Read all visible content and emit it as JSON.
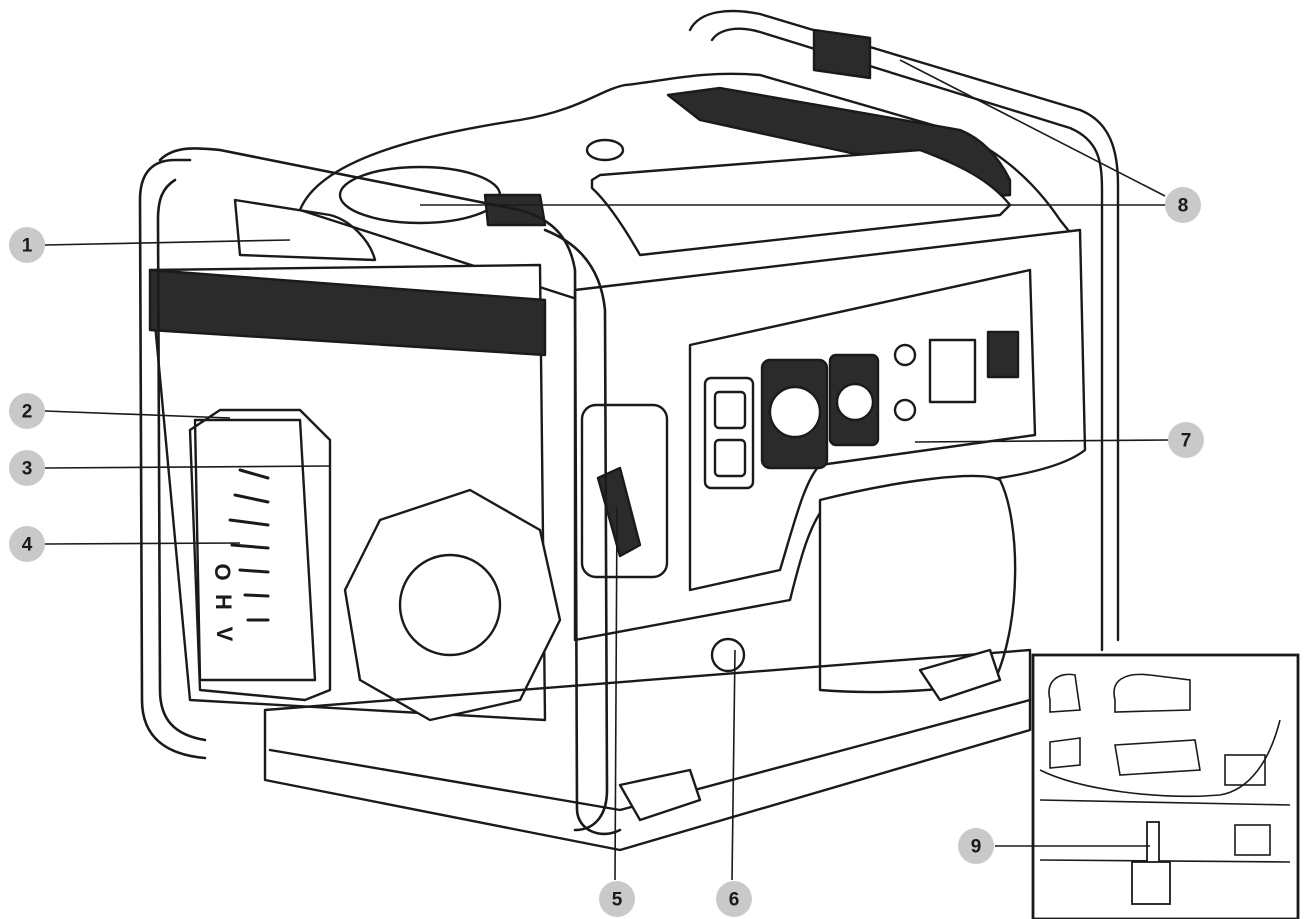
{
  "colors": {
    "line": "#1a1a1a",
    "callout_fill": "#c9c9c9",
    "callout_text": "#1a1a1a",
    "panel": "#ffffff"
  },
  "callouts": {
    "c1": "1",
    "c2": "2",
    "c3": "3",
    "c4": "4",
    "c5": "5",
    "c6": "6",
    "c7": "7",
    "c8": "8",
    "c9": "9"
  },
  "engine_badge": {
    "letters": [
      "O",
      "H",
      "V"
    ]
  }
}
